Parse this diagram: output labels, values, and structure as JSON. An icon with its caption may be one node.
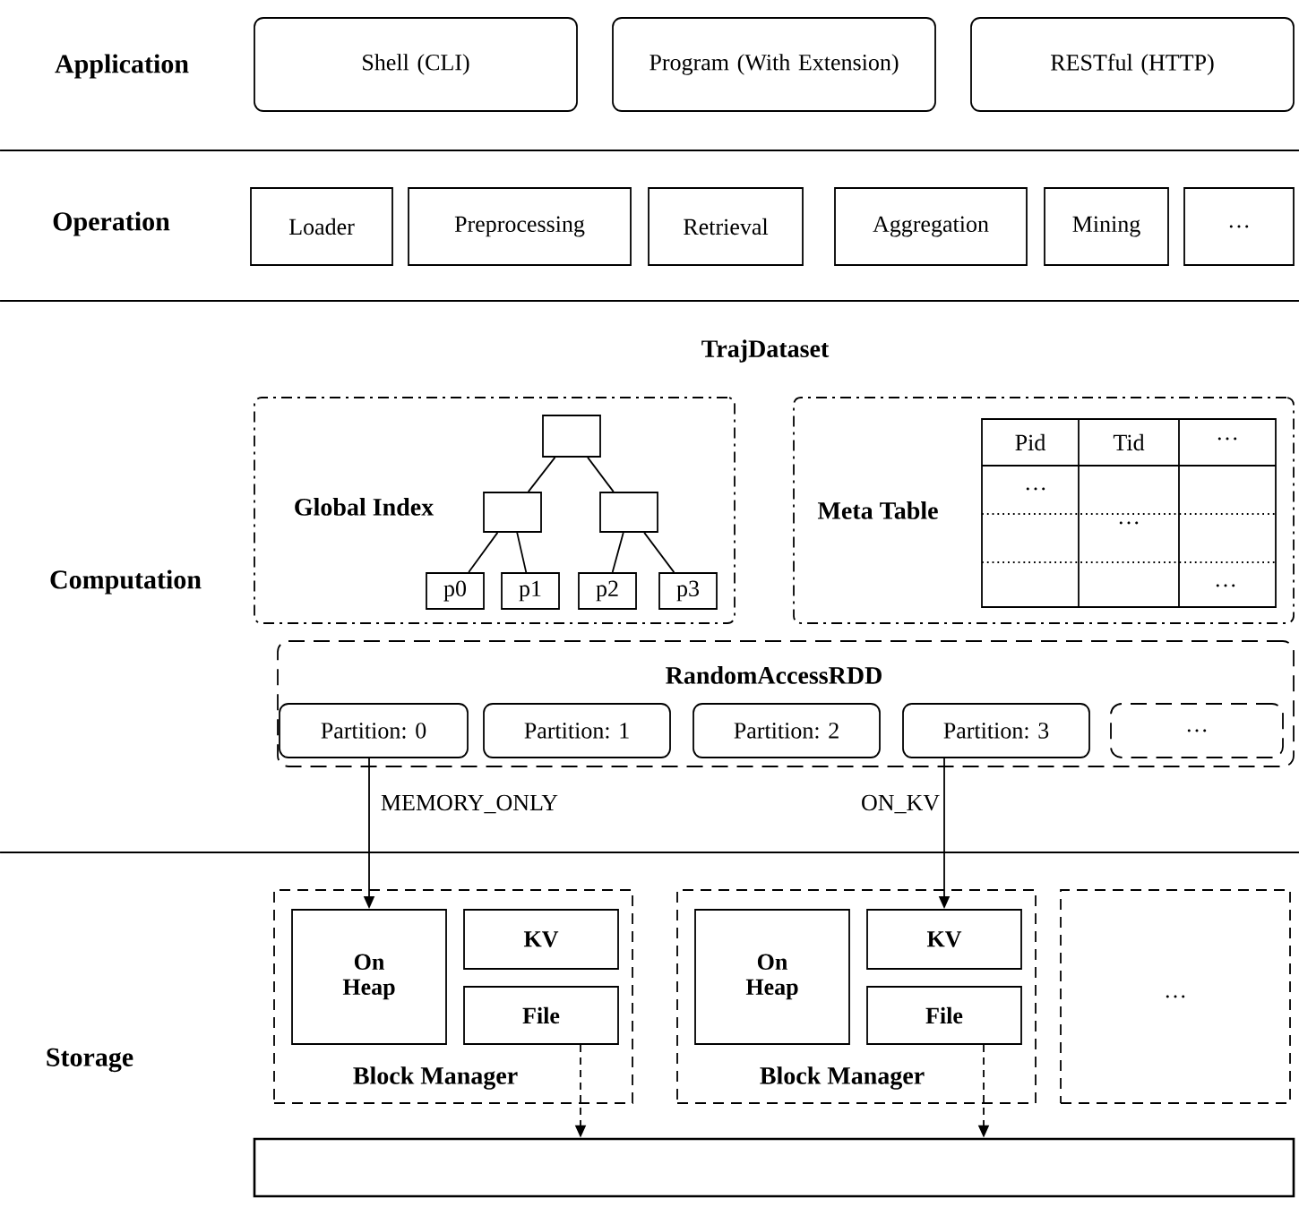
{
  "diagram": {
    "nodes": [
      {
        "text": [
          "Shell (CLI)"
        ]
      },
      {
        "text": [
          "Program (With Extension)"
        ]
      },
      {
        "text": [
          "RESTful (HTTP)"
        ]
      },
      {
        "text": [
          "Loader"
        ]
      },
      {
        "text": [
          "Preprocessing"
        ]
      },
      {
        "text": [
          "Retrieval"
        ]
      },
      {
        "text": [
          "Aggregation"
        ]
      },
      {
        "text": [
          "Mining"
        ]
      },
      {
        "text": [
          "…"
        ]
      },
      {
        "text": [
          "Global Index"
        ]
      },
      {
        "text": [],
        "shape": "box",
        "in": 9
      },
      {
        "text": [],
        "shape": "box",
        "in": 9
      },
      {
        "text": [],
        "shape": "box",
        "in": 9
      },
      {
        "text": [
          "p0"
        ],
        "in": 9
      },
      {
        "text": [
          "p1"
        ],
        "in": 9
      },
      {
        "text": [
          "p2"
        ],
        "in": 9
      },
      {
        "text": [
          "p3"
        ],
        "in": 9
      },
      {
        "text": [
          "Meta Table"
        ]
      },
      {
        "text": [
          "RandomAccessRDD"
        ]
      },
      {
        "text": [
          "Partition: 0"
        ],
        "in": 18
      },
      {
        "text": [
          "Partition: 1"
        ],
        "in": 18
      },
      {
        "text": [
          "Partition: 2"
        ],
        "in": 18
      },
      {
        "text": [
          "Partition: 3"
        ],
        "in": 18
      },
      {
        "text": [
          "…"
        ],
        "in": 18
      },
      {
        "text": [
          "Block Manager"
        ]
      },
      {
        "text": [
          "On Heap"
        ],
        "in": 24
      },
      {
        "text": [
          "KV"
        ],
        "in": 24
      },
      {
        "text": [
          "File"
        ],
        "in": 24
      },
      {
        "text": [
          "Block Manager"
        ]
      },
      {
        "text": [
          "On Heap"
        ],
        "in": 28
      },
      {
        "text": [
          "KV"
        ],
        "in": 28
      },
      {
        "text": [
          "File"
        ],
        "in": 28
      },
      {
        "text": [
          "…"
        ]
      },
      {
        "text": [],
        "shape": "bar"
      }
    ],
    "edges": [
      {
        "from": 10,
        "to": 11,
        "arrow": "none"
      },
      {
        "from": 10,
        "to": 12,
        "arrow": "none"
      },
      {
        "from": 11,
        "to": 13,
        "arrow": "none"
      },
      {
        "from": 11,
        "to": 14,
        "arrow": "none"
      },
      {
        "from": 12,
        "to": 15,
        "arrow": "none"
      },
      {
        "from": 12,
        "to": 16,
        "arrow": "none"
      },
      {
        "from": 19,
        "to": 25,
        "arrow": "to",
        "label": "MEMORY_ONLY"
      },
      {
        "from": 22,
        "to": 30,
        "arrow": "to",
        "label": "ON_KV"
      },
      {
        "from": 27,
        "to": 33,
        "arrow": "to",
        "style": "dashed"
      },
      {
        "from": 31,
        "to": 33,
        "arrow": "to",
        "style": "dashed"
      }
    ],
    "labels": [
      "Application",
      "Operation",
      "TrajDataset",
      "Pid",
      "Tid",
      "…",
      "…",
      "…",
      "…",
      "Computation",
      "Storage"
    ]
  }
}
